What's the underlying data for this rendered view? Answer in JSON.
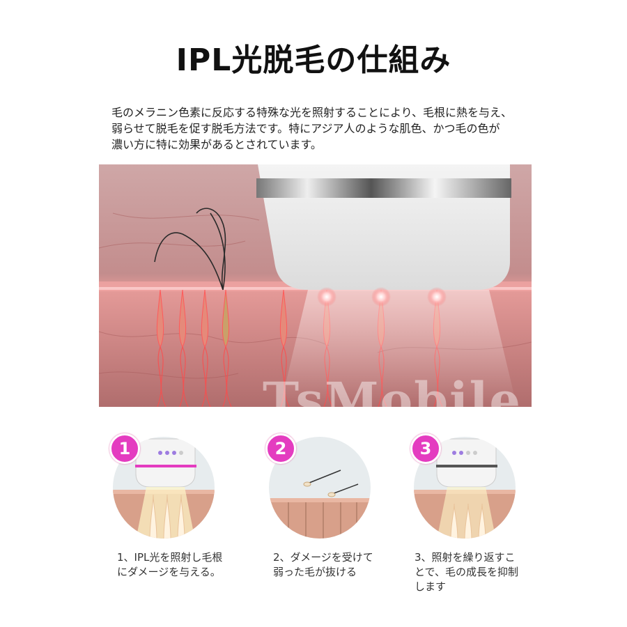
{
  "title": "IPL光脱毛の仕組み",
  "description": [
    "毛のメラニン色素に反応する特殊な光を照射することにより、毛根に熱を与え、",
    "弱らせて脱毛を促す脱毛方法です。特にアジア人のような肌色、かつ毛の色が",
    "濃い方に特に効果があるとされています。"
  ],
  "watermark": "TsMobile",
  "steps": [
    {
      "number": "1",
      "caption": [
        "1、IPL光を照射し毛根",
        "にダメージを与える。"
      ]
    },
    {
      "number": "2",
      "caption": [
        "2、ダメージを受けて",
        "弱った毛が抜ける"
      ]
    },
    {
      "number": "3",
      "caption": [
        "3、照射を繰り返すこ",
        "とで、毛の成長を抑制",
        "します"
      ]
    }
  ],
  "colors": {
    "badge": "#e43cc0",
    "skin": "#c98a8a",
    "light": "#f7e8b8"
  }
}
